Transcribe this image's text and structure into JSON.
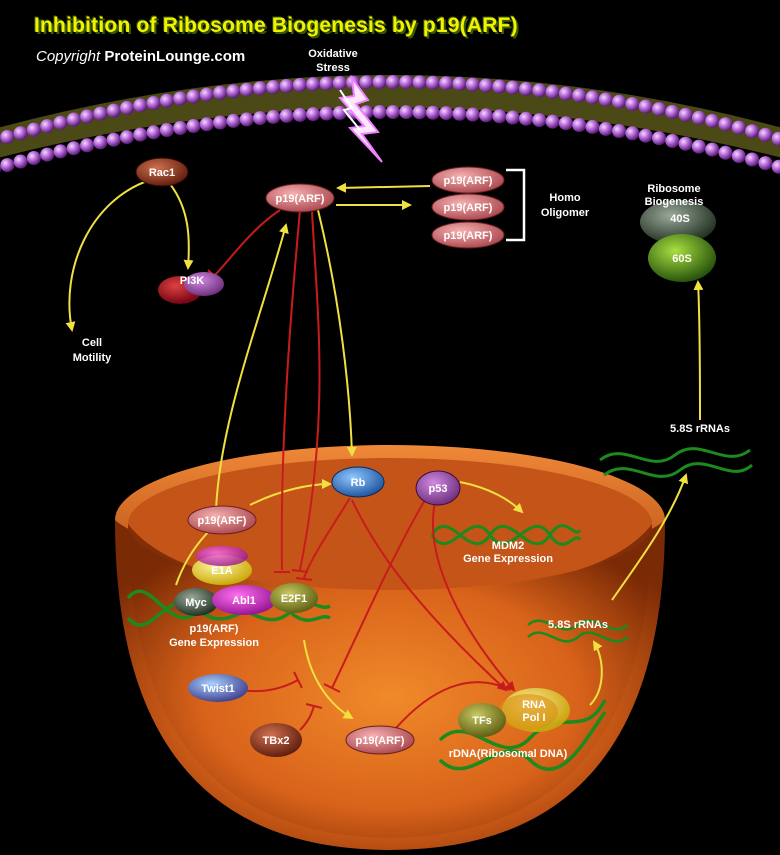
{
  "title": "Inhibition of Ribosome Biogenesis by p19(ARF)",
  "copyright": {
    "prefix": "Copyright",
    "site": "ProteinLounge.com"
  },
  "stimulus": {
    "line1": "Oxidative",
    "line2": "Stress"
  },
  "membrane_nodes": {
    "rac1": "Rac1",
    "pi3k": "PI3K",
    "p19arf_cyto": "p19(ARF)",
    "oligomer": [
      "p19(ARF)",
      "p19(ARF)",
      "p19(ARF)"
    ]
  },
  "homo_oligomer": {
    "line1": "Homo",
    "line2": "Oligomer"
  },
  "cell_motility": {
    "line1": "Cell",
    "line2": "Motility"
  },
  "ribosome": {
    "line1": "Ribosome",
    "line2": "Biogenesis",
    "s40": "40S",
    "s60": "60S"
  },
  "rrna_cyto": "5.8S rRNAs",
  "nucleus": {
    "rb": "Rb",
    "p53": "p53",
    "mdm2": {
      "line1": "MDM2",
      "line2": "Gene Expression"
    },
    "p19arf_upper": "p19(ARF)",
    "e1a": "E1A",
    "myc": "Myc",
    "abl1": "Abl1",
    "e2f1": "E2F1",
    "p19_gene": {
      "line1": "p19(ARF)",
      "line2": "Gene Expression"
    },
    "twist1": "Twist1",
    "tbx2": "TBx2",
    "p19arf_lower": "p19(ARF)",
    "rrna_nuc": "5.8S rRNAs",
    "tfs": "TFs",
    "rna_pol": {
      "line1": "RNA",
      "line2": "Pol I"
    },
    "rdna": "rDNA(Ribosomal DNA)"
  },
  "colors": {
    "activation": "#f0e040",
    "inhibition": "#c81c1c",
    "title": "#f2f200"
  }
}
